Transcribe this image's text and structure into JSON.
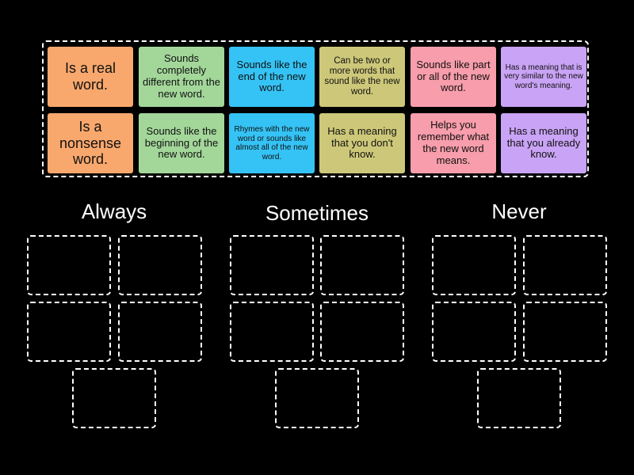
{
  "colors": {
    "orange": "#f9a86d",
    "green": "#a3d79a",
    "blue": "#35c3f5",
    "olive": "#cdc879",
    "pink": "#f79dab",
    "purple": "#c9a3f5"
  },
  "cards": [
    {
      "text": "Is a real word.",
      "color": "orange"
    },
    {
      "text": "Sounds completely different from the new word.",
      "color": "green"
    },
    {
      "text": "Sounds like the end of the new word.",
      "color": "blue"
    },
    {
      "text": "Can be two or more words that sound like the new word.",
      "color": "olive"
    },
    {
      "text": "Sounds like part or all of the new word.",
      "color": "pink"
    },
    {
      "text": "Has a meaning that is very similar to the new word's meaning.",
      "color": "purple"
    },
    {
      "text": "Is a nonsense word.",
      "color": "orange"
    },
    {
      "text": "Sounds like the beginning of the new word.",
      "color": "green"
    },
    {
      "text": "Rhymes with the new word or sounds like almost all of the new word.",
      "color": "blue"
    },
    {
      "text": "Has a meaning that you don't know.",
      "color": "olive"
    },
    {
      "text": "Helps you remember what the new word means.",
      "color": "pink"
    },
    {
      "text": "Has a meaning that you already know.",
      "color": "purple"
    }
  ],
  "groups": [
    {
      "title": "Always"
    },
    {
      "title": "Sometimes"
    },
    {
      "title": "Never"
    }
  ]
}
